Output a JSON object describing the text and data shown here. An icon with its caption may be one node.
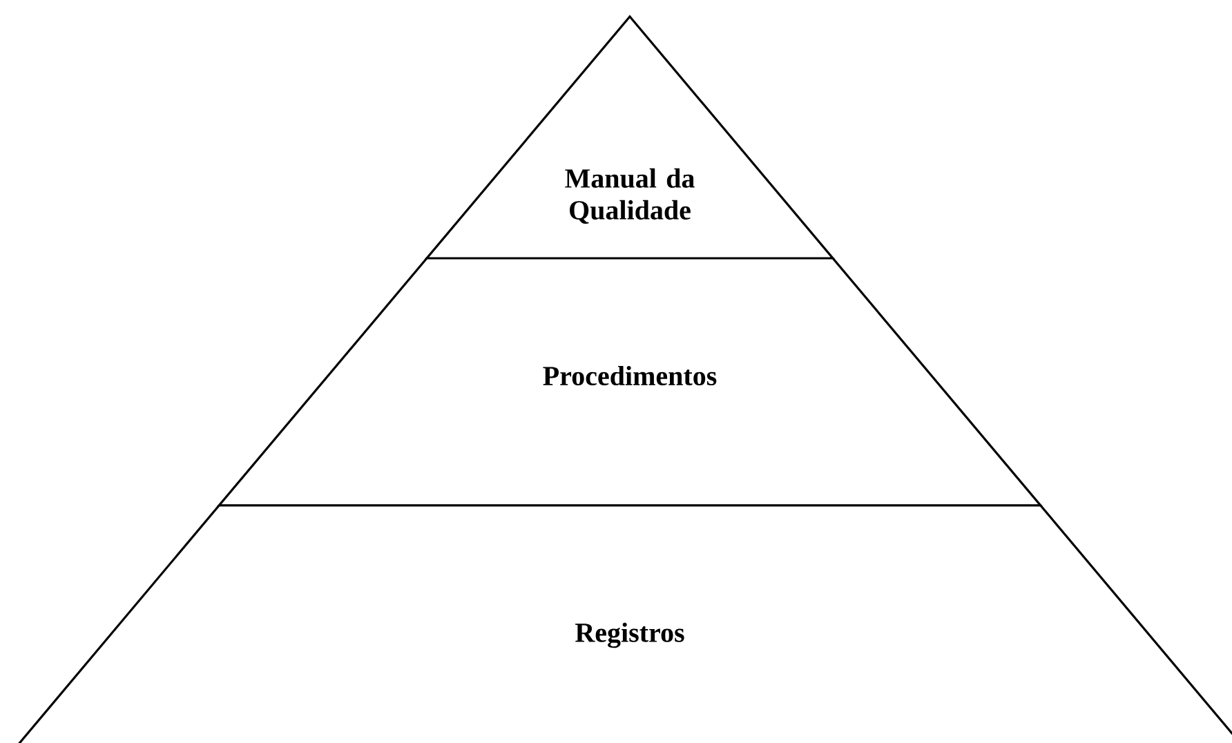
{
  "diagram": {
    "nodes": [
      {
        "text": [
          "Manual da Qualidade"
        ]
      },
      {
        "text": [
          "Procedimentos"
        ]
      },
      {
        "text": [
          "Registros"
        ]
      }
    ]
  }
}
